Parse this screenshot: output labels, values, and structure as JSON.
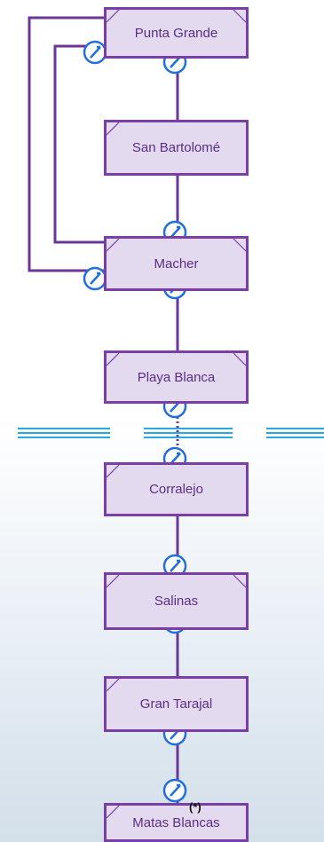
{
  "nodes": [
    {
      "id": "punta-grande",
      "label": "Punta Grande"
    },
    {
      "id": "san-bartolome",
      "label": "San Bartolomé"
    },
    {
      "id": "macher",
      "label": "Macher"
    },
    {
      "id": "playa-blanca",
      "label": "Playa Blanca"
    },
    {
      "id": "corralejo",
      "label": "Corralejo"
    },
    {
      "id": "salinas",
      "label": "Salinas"
    },
    {
      "id": "gran-tarajal",
      "label": "Gran Tarajal"
    },
    {
      "id": "matas-blancas",
      "label": "Matas Blancas"
    }
  ],
  "note": "(*)",
  "colors": {
    "line": "#6b3796",
    "node_fill": "#e4daf0",
    "node_border": "#7a3fa6",
    "node_text": "#5a2e86",
    "breaker": "#1f6fe0",
    "sea_link": "#2aa8e0"
  }
}
